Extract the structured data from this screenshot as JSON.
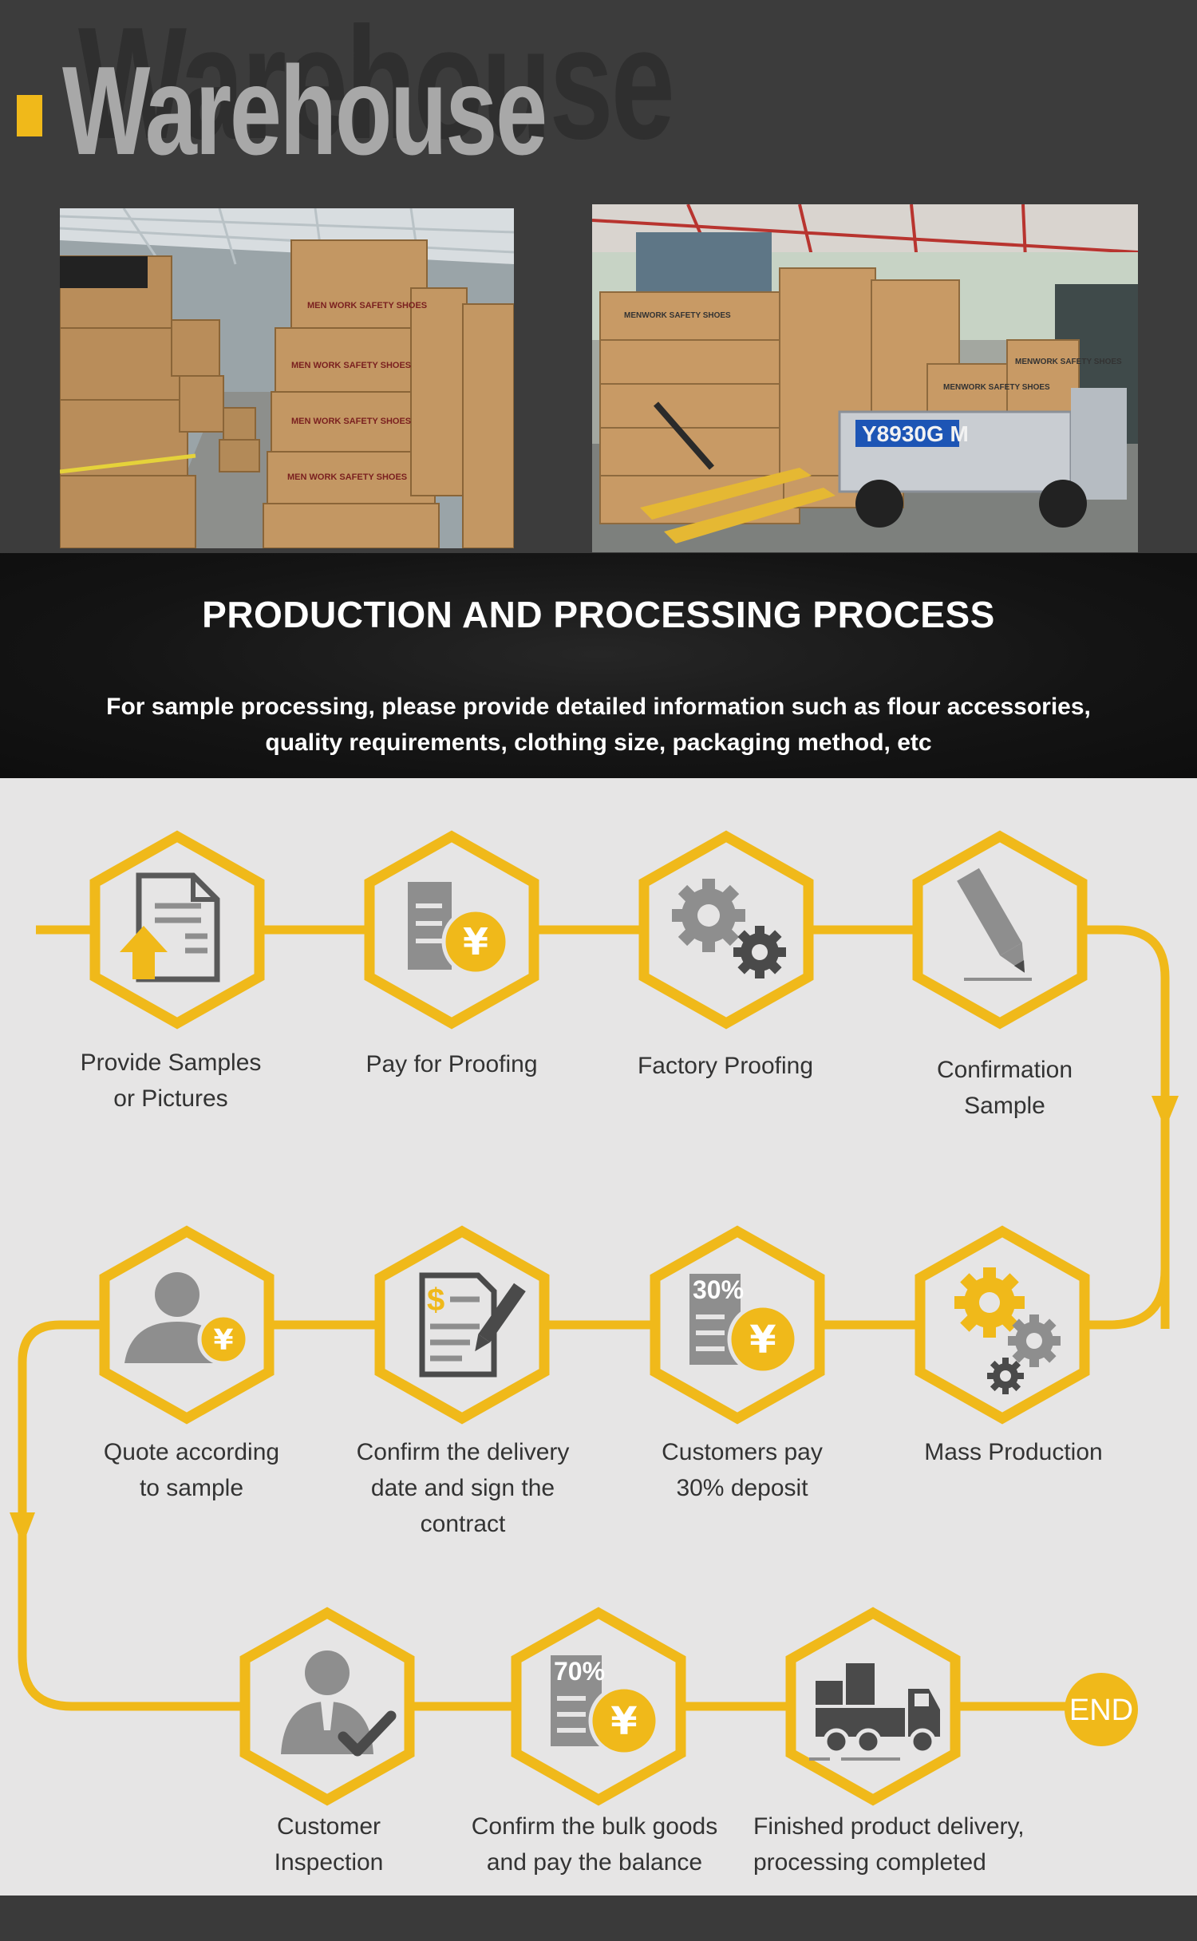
{
  "warehouse": {
    "title": "Warehouse",
    "ghost_title": "Warehouse",
    "accent": "#f0b91a",
    "photo_left_box_text": "MEN WORK SAFETY SHOES",
    "photo_right_box_text": "MENWORK SAFETY SHOES",
    "photo_right_plate_text": "Y8930G M"
  },
  "banner": {
    "title": "PRODUCTION AND PROCESSING PROCESS",
    "description_line1": "For sample processing, please provide detailed information such as flour accessories,",
    "description_line2": "quality requirements, clothing size, packaging method, etc"
  },
  "colors": {
    "yellow": "#f0b91a",
    "gray_icon": "#8e8e8e",
    "dark_icon": "#4a4a4a",
    "process_bg": "#e6e5e5"
  },
  "steps": [
    {
      "id": 1,
      "icon": "document-upload-icon",
      "line1": "Provide Samples",
      "line2": "or Pictures",
      "line3": ""
    },
    {
      "id": 2,
      "icon": "document-yen-icon",
      "line1": "Pay for Proofing",
      "line2": "",
      "line3": ""
    },
    {
      "id": 3,
      "icon": "gears-icon",
      "line1": "Factory Proofing",
      "line2": "",
      "line3": ""
    },
    {
      "id": 4,
      "icon": "pencil-icon",
      "line1": "Confirmation",
      "line2": "Sample",
      "line3": ""
    },
    {
      "id": 5,
      "icon": "gears-production-icon",
      "line1": "Mass Production",
      "line2": "",
      "line3": ""
    },
    {
      "id": 6,
      "icon": "document-yen-30-icon",
      "badge": "30%",
      "line1": "Customers pay",
      "line2": "30% deposit",
      "line3": ""
    },
    {
      "id": 7,
      "icon": "contract-pen-icon",
      "line1": "Confirm the delivery",
      "line2": "date and sign the",
      "line3": "contract"
    },
    {
      "id": 8,
      "icon": "person-yen-icon",
      "line1": "Quote according",
      "line2": "to sample",
      "line3": ""
    },
    {
      "id": 9,
      "icon": "person-check-icon",
      "line1": "Customer",
      "line2": "Inspection",
      "line3": ""
    },
    {
      "id": 10,
      "icon": "document-yen-70-icon",
      "badge": "70%",
      "line1": "Confirm the bulk goods",
      "line2": "and pay the balance",
      "line3": ""
    },
    {
      "id": 11,
      "icon": "truck-icon",
      "line1": "Finished product delivery,",
      "line2": "processing completed",
      "line3": ""
    }
  ],
  "yen_symbol": "¥",
  "end_label": "END"
}
